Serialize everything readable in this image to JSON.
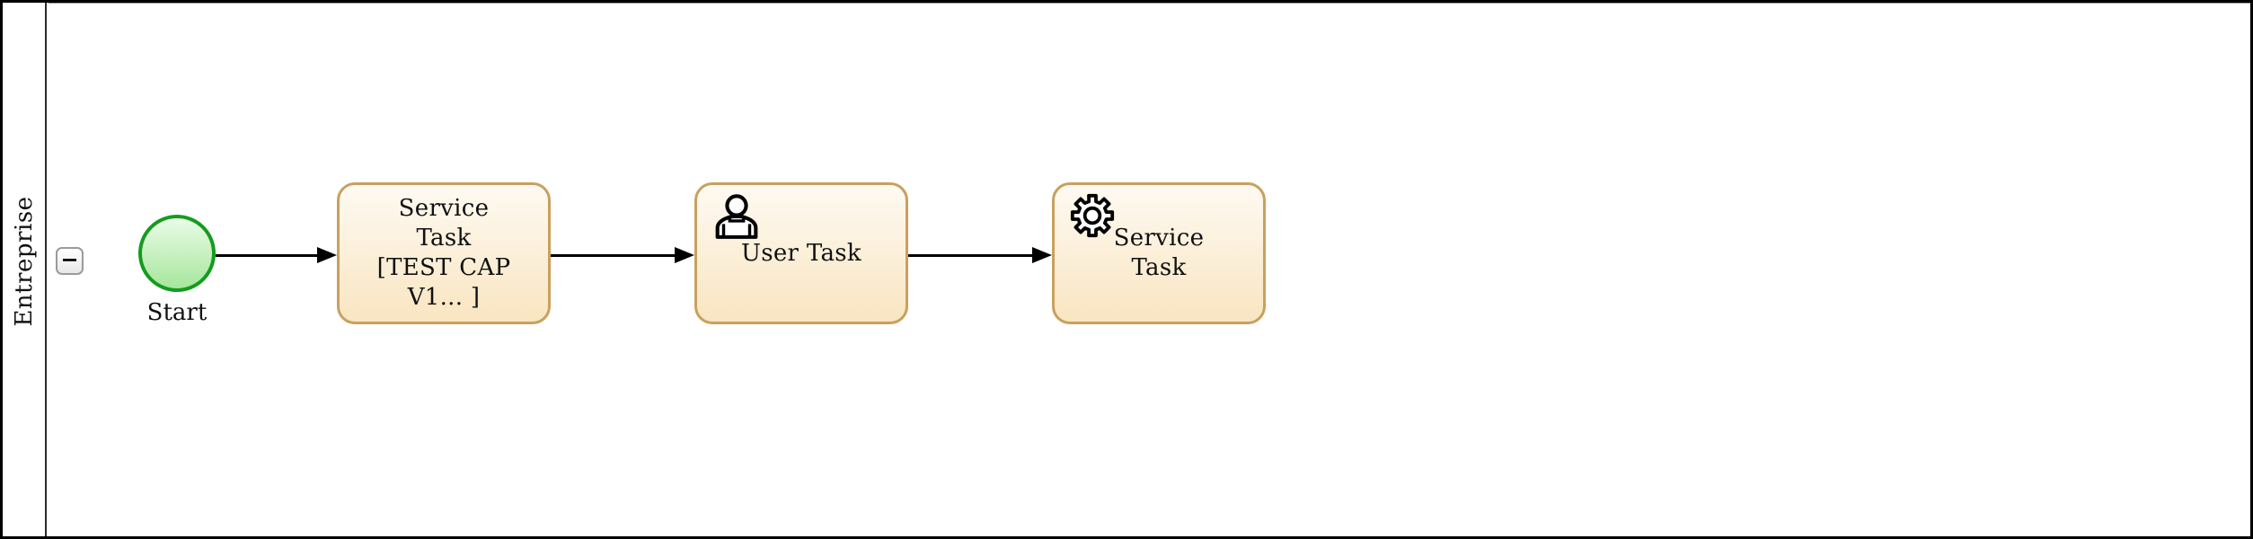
{
  "pool": {
    "name": "Entreprise",
    "collapse_button_icon": "−"
  },
  "process": {
    "start_event": {
      "label": "Start"
    },
    "tasks": [
      {
        "label": "Service\nTask\n[TEST CAP\nV1... ]",
        "type": "service-task"
      },
      {
        "label": "User Task",
        "type": "user-task",
        "icon": "user-icon"
      },
      {
        "label": "Service\nTask",
        "type": "service-task",
        "icon": "gear-icon"
      }
    ],
    "flows": [
      {
        "from": "start_event",
        "to": "task-1"
      },
      {
        "from": "task-1",
        "to": "task-2"
      },
      {
        "from": "task-2",
        "to": "task-3"
      }
    ]
  },
  "colors": {
    "task_border": "#c9a05e",
    "task_fill_top": "#fefaf2",
    "task_fill_bottom": "#f9e5c1",
    "event_border": "#149c1f",
    "event_fill_top": "#eafbe7",
    "event_fill_bottom": "#a6e69c",
    "connector": "#000000",
    "pool_border": "#000000"
  }
}
